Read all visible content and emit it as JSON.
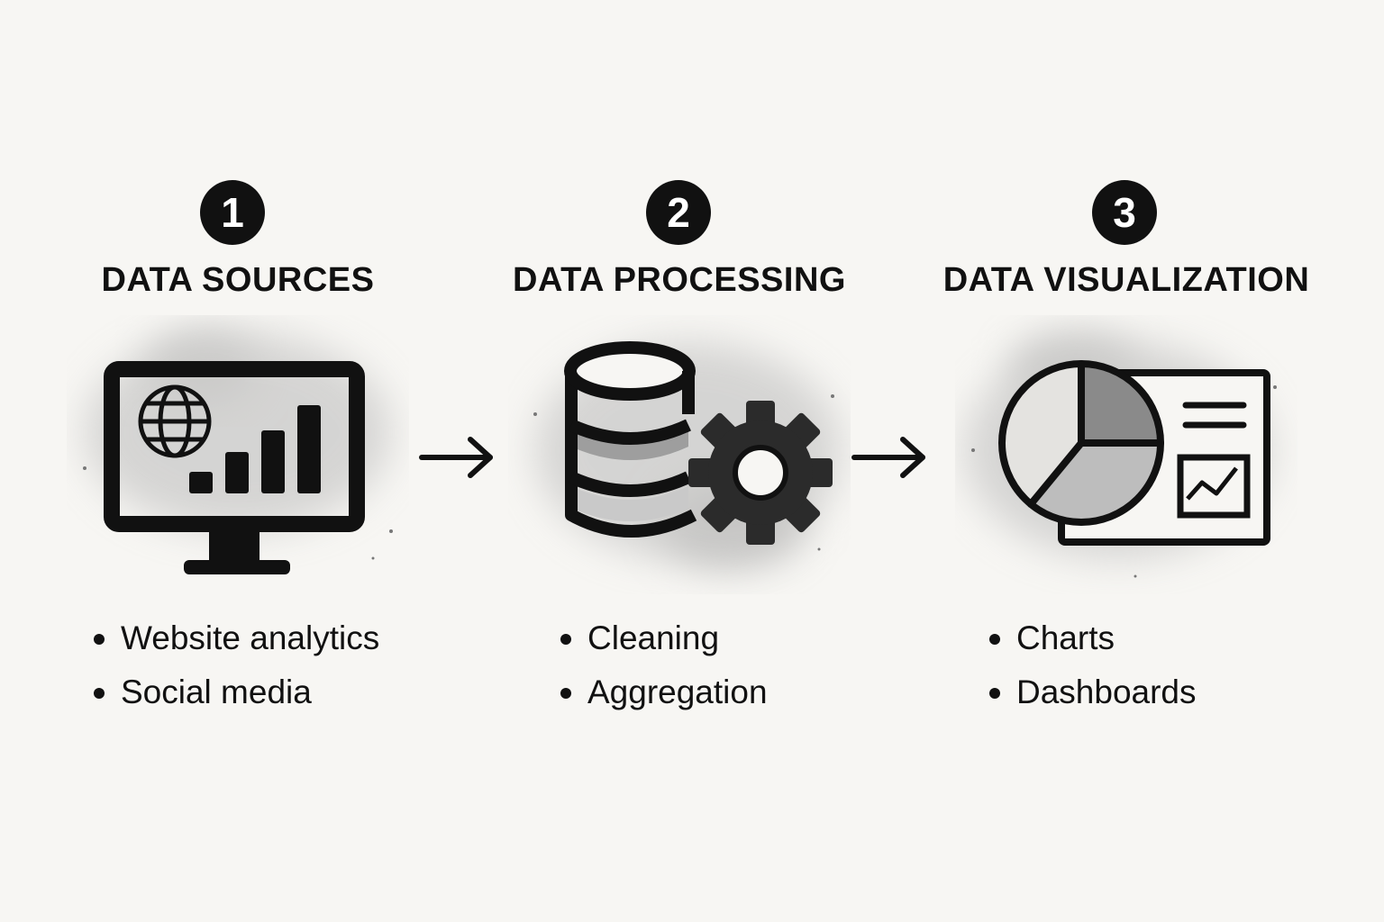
{
  "steps": [
    {
      "number": "1",
      "title": "DATA SOURCES",
      "icon": "monitor-analytics-icon",
      "bullets": [
        "Website analytics",
        "Social media"
      ]
    },
    {
      "number": "2",
      "title": "DATA PROCESSING",
      "icon": "database-gear-icon",
      "bullets": [
        "Cleaning",
        "Aggregation"
      ]
    },
    {
      "number": "3",
      "title": "DATA VISUALIZATION",
      "icon": "dashboard-chart-icon",
      "bullets": [
        "Charts",
        "Dashboards"
      ]
    }
  ],
  "colors": {
    "background": "#f7f6f3",
    "ink": "#111111",
    "shade_light": "#d6d6d6",
    "shade_mid": "#a6a6a6",
    "shade_dark": "#5a5a5a"
  }
}
